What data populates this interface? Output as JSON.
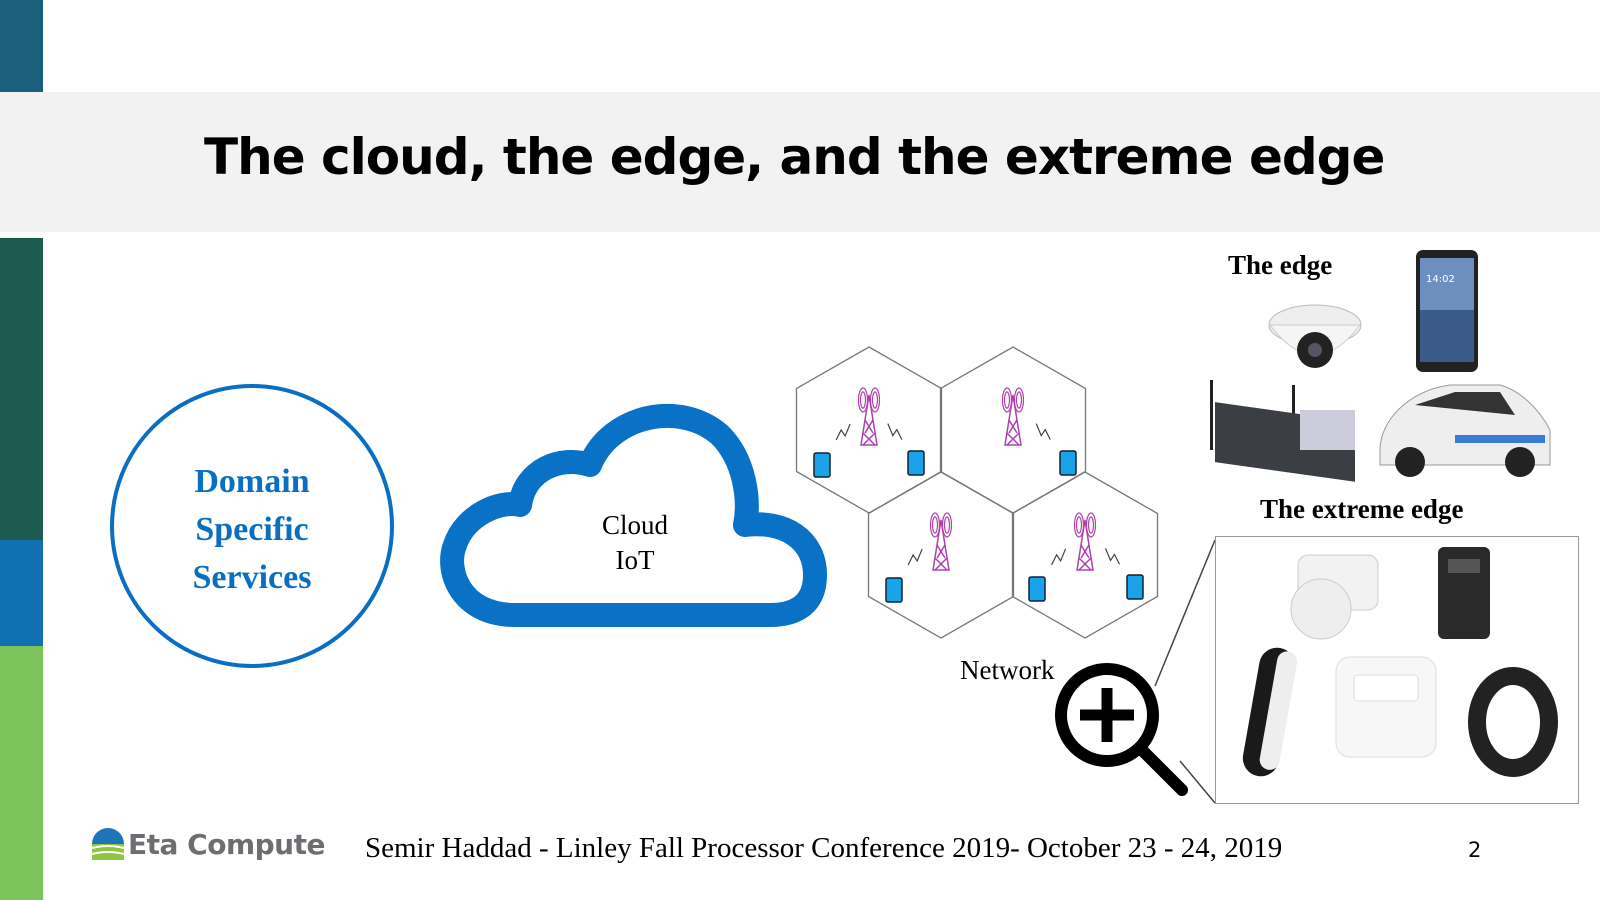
{
  "slide": {
    "title": "The cloud, the edge, and the extreme edge",
    "circle_lines": [
      "Domain",
      "Specific",
      "Services"
    ],
    "cloud_lines": [
      "Cloud",
      "IoT"
    ],
    "network_label": "Network",
    "edge_label": "The edge",
    "extreme_edge_label": "The extreme edge",
    "footer_text": "Semir Haddad - Linley Fall Processor Conference 2019- October 23 - 24, 2019",
    "page_number": "2",
    "logo_text": "Eta Compute",
    "phone_time": "14:02"
  },
  "colors": {
    "accent_blue": "#0a6fc2",
    "bar_top": "#1b5f7c",
    "bar_green_dark": "#1d5a50",
    "bar_blue": "#1170b0",
    "bar_green": "#7dc35b",
    "tower": "#b040b0",
    "device": "#1aa3e8"
  }
}
